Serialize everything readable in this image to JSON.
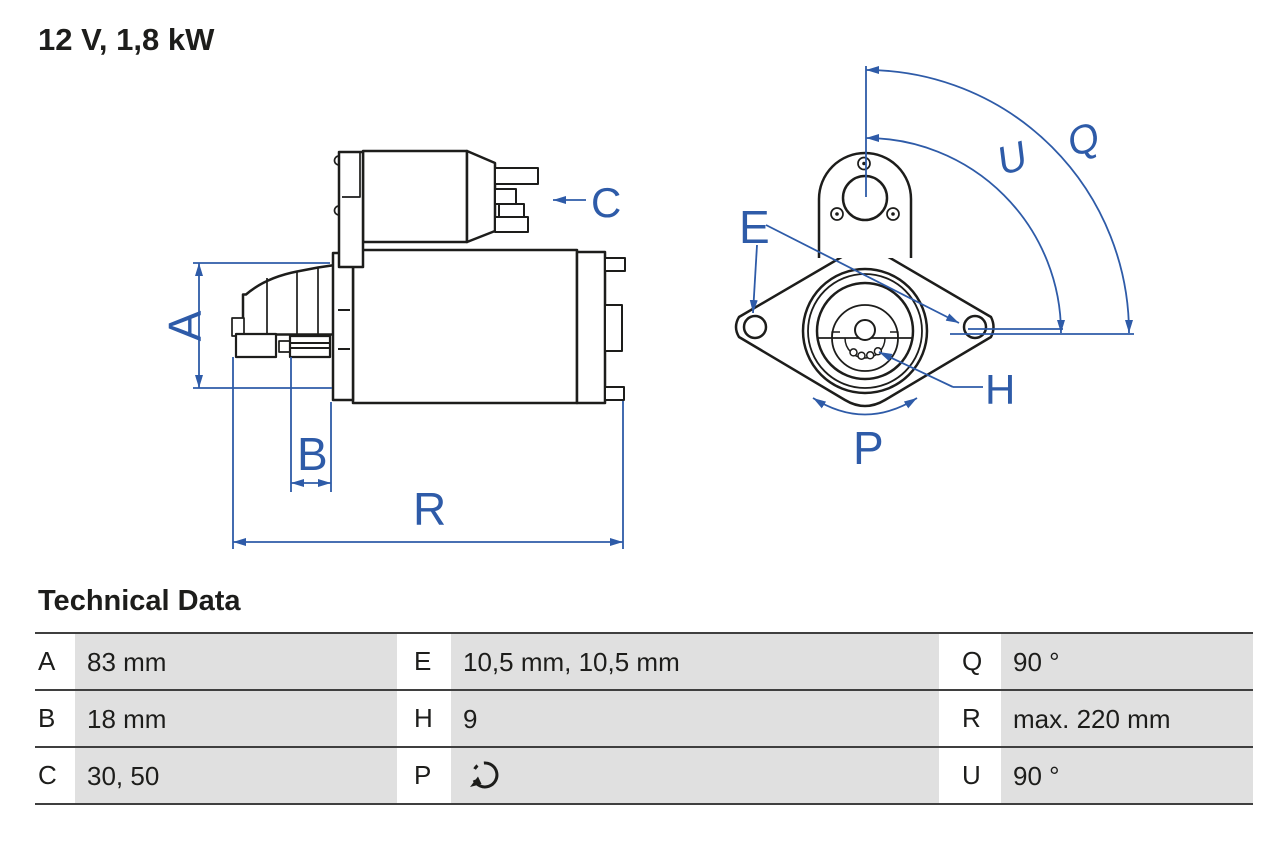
{
  "title": "12 V, 1,8 kW",
  "colors": {
    "dimension_blue": "#2e5ba8",
    "drawing_black": "#1d1d1b",
    "table_cell_gray": "#e0e0e0",
    "rule_gray": "#3f3f3f"
  },
  "diagram": {
    "side_view": {
      "labels": {
        "A": "A",
        "B": "B",
        "C": "C",
        "R": "R"
      }
    },
    "front_view": {
      "labels": {
        "E": "E",
        "H": "H",
        "P": "P",
        "Q": "Q",
        "U": "U"
      }
    }
  },
  "table": {
    "heading": "Technical Data",
    "rows": [
      {
        "cells": [
          {
            "key": "A",
            "value": "83 mm"
          },
          {
            "key": "E",
            "value": "10,5 mm, 10,5 mm"
          },
          {
            "key": "Q",
            "value": "90 °"
          }
        ]
      },
      {
        "cells": [
          {
            "key": "B",
            "value": "18 mm"
          },
          {
            "key": "H",
            "value": "9"
          },
          {
            "key": "R",
            "value": "max. 220 mm"
          }
        ]
      },
      {
        "cells": [
          {
            "key": "C",
            "value": "30, 50"
          },
          {
            "key": "P",
            "value": "",
            "icon": "rotation-ccw-icon"
          },
          {
            "key": "U",
            "value": "90 °"
          }
        ]
      }
    ]
  }
}
